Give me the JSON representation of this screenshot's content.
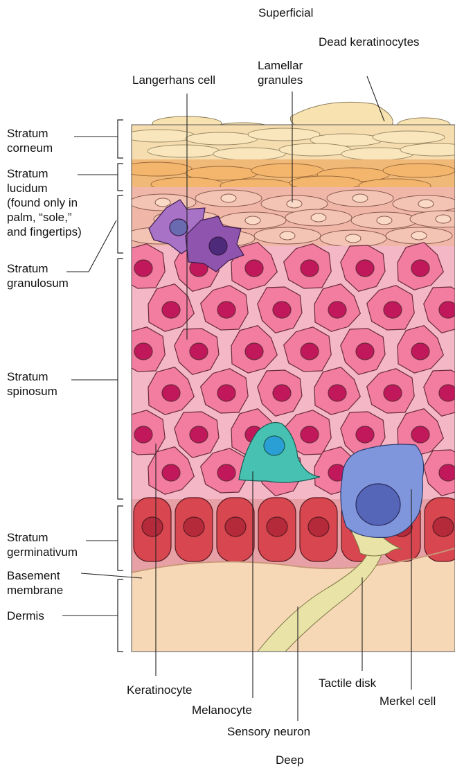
{
  "orientation": {
    "top": "Superficial",
    "bottom": "Deep"
  },
  "layers": {
    "corneum": "Stratum\ncorneum",
    "lucidum": "Stratum\nlucidum\n(found only in\npalm, “sole,”\nand fingertips)",
    "granulosum": "Stratum\ngranulosum",
    "spinosum": "Stratum\nspinosum",
    "germinativum": "Stratum\ngerminativum",
    "basement": "Basement\nmembrane",
    "dermis": "Dermis"
  },
  "structures": {
    "dead_keratinocytes": "Dead keratinocytes",
    "lamellar_granules": "Lamellar\ngranules",
    "langerhans_cell": "Langerhans cell",
    "keratinocyte": "Keratinocyte",
    "melanocyte": "Melanocyte",
    "sensory_neuron": "Sensory neuron",
    "tactile_disk": "Tactile disk",
    "merkel_cell": "Merkel cell"
  },
  "colors": {
    "dermis": "#f6d7b6",
    "corneum": "#f9e6bc",
    "lucidum": "#f1b06a",
    "granulosum": "#f3c3b4",
    "spinosum_cell": "#f27da0",
    "spinosum_nucleus": "#c1185c",
    "basal_cell": "#d8464f",
    "langerhans": "#9b5bb8",
    "melanocyte": "#3cbfb0",
    "merkel": "#7d95d8",
    "neuron": "#e8e4a6"
  }
}
